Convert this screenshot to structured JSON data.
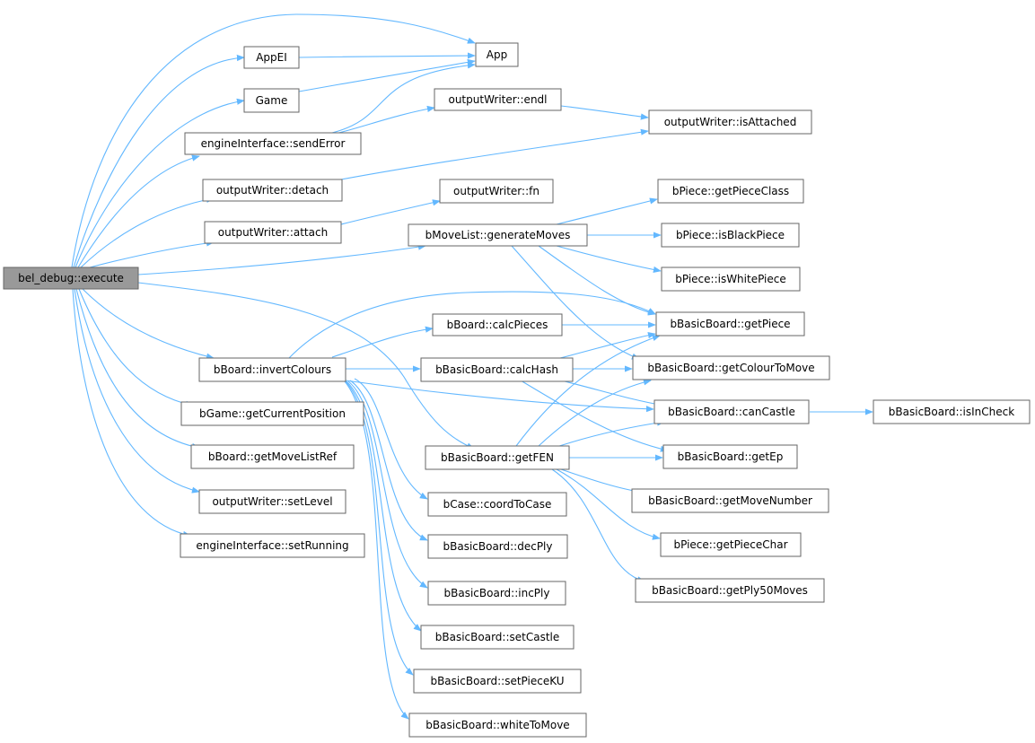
{
  "colors": {
    "edge": "#63b8ff",
    "node_border": "#666666",
    "root_fill": "#999999",
    "node_fill": "#ffffff"
  },
  "nodes": {
    "root": "bel_debug::execute",
    "appei": "AppEI",
    "app": "App",
    "game": "Game",
    "sendError": "engineInterface::sendError",
    "endl": "outputWriter::endl",
    "isAttached": "outputWriter::isAttached",
    "detach": "outputWriter::detach",
    "fn": "outputWriter::fn",
    "attach": "outputWriter::attach",
    "generateMoves": "bMoveList::generateMoves",
    "getPieceClass": "bPiece::getPieceClass",
    "isBlackPiece": "bPiece::isBlackPiece",
    "isWhitePiece": "bPiece::isWhitePiece",
    "calcPieces": "bBoard::calcPieces",
    "getPiece": "bBasicBoard::getPiece",
    "invertColours": "bBoard::invertColours",
    "calcHash": "bBasicBoard::calcHash",
    "getColourToMove": "bBasicBoard::getColourToMove",
    "getCurrentPosition": "bGame::getCurrentPosition",
    "canCastle": "bBasicBoard::canCastle",
    "isInCheck": "bBasicBoard::isInCheck",
    "getMoveListRef": "bBoard::getMoveListRef",
    "getFEN": "bBasicBoard::getFEN",
    "getEp": "bBasicBoard::getEp",
    "setLevel": "outputWriter::setLevel",
    "coordToCase": "bCase::coordToCase",
    "getMoveNumber": "bBasicBoard::getMoveNumber",
    "setRunning": "engineInterface::setRunning",
    "decPly": "bBasicBoard::decPly",
    "getPieceChar": "bPiece::getPieceChar",
    "getPly50Moves": "bBasicBoard::getPly50Moves",
    "incPly": "bBasicBoard::incPly",
    "setCastle": "bBasicBoard::setCastle",
    "setPieceKU": "bBasicBoard::setPieceKU",
    "whiteToMove": "bBasicBoard::whiteToMove"
  }
}
